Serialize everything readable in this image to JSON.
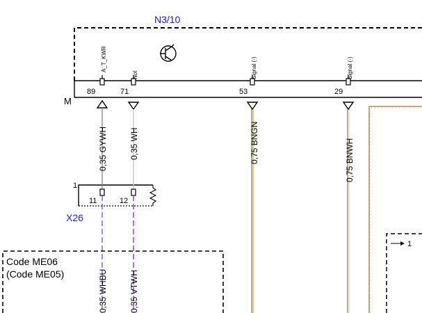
{
  "module": {
    "name": "N3/10",
    "ground_label": "M",
    "pins": [
      {
        "number": "89",
        "signal": "A_T_KWR",
        "wire": "0,35 GYWH",
        "color1": "#8c8c8c",
        "color2": "#8c8c8c"
      },
      {
        "number": "71",
        "signal": "Not",
        "wire": "0,35 WH",
        "color1": "#c8c8c8",
        "color2": "#c8c8c8"
      },
      {
        "number": "53",
        "signal": "Signal (-)",
        "wire": "0,75 BNGN",
        "color1": "#9a7a3a",
        "color2": "#8ec63f"
      },
      {
        "number": "29",
        "signal": "Signal (-)",
        "wire": "0,75 BNWH",
        "color1": "#9a7a3a",
        "color2": "#d8d8d8"
      }
    ]
  },
  "connector": {
    "name": "X26",
    "ref": "1",
    "pins": [
      {
        "number": "11",
        "wire": "0,35 WHBU",
        "color": "#5b5bd6"
      },
      {
        "number": "12",
        "wire": "0,35 VTWH",
        "color": "#a020c8"
      }
    ]
  },
  "code_box": {
    "line1": "Code ME06",
    "line2": "(Code ME05)"
  },
  "right_box": {
    "ref": "1"
  },
  "icons": {
    "transistor": "transistor-icon",
    "resistor": "resistor-icon"
  }
}
